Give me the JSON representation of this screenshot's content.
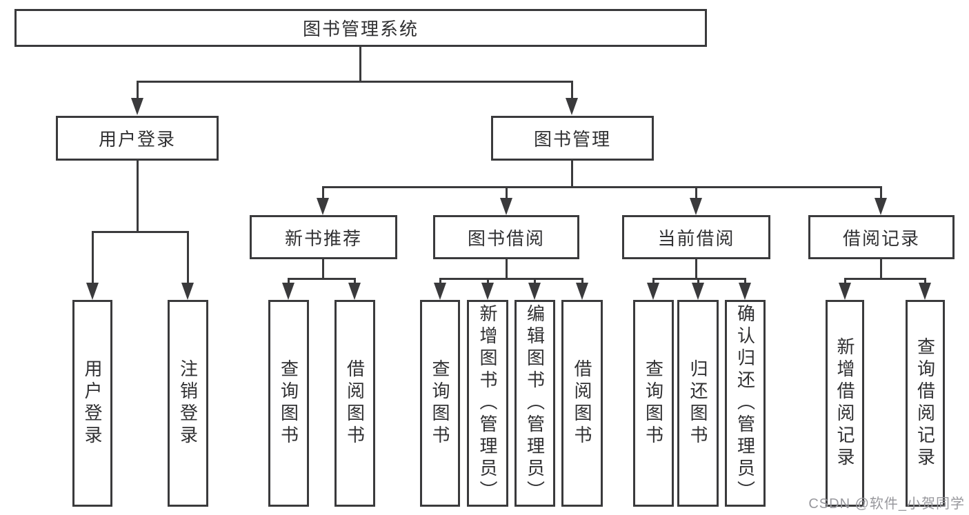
{
  "tree": {
    "root": {
      "label": "图书管理系统",
      "children": [
        {
          "label": "用户登录",
          "children": [
            {
              "label": "用户登录"
            },
            {
              "label": "注销登录"
            }
          ]
        },
        {
          "label": "图书管理",
          "children": [
            {
              "label": "新书推荐",
              "children": [
                {
                  "label": "查询图书"
                },
                {
                  "label": "借阅图书"
                }
              ]
            },
            {
              "label": "图书借阅",
              "children": [
                {
                  "label": "查询图书"
                },
                {
                  "label": "新增图书（管理员）"
                },
                {
                  "label": "编辑图书（管理员）"
                },
                {
                  "label": "借阅图书"
                }
              ]
            },
            {
              "label": "当前借阅",
              "children": [
                {
                  "label": "查询图书"
                },
                {
                  "label": "归还图书"
                },
                {
                  "label": "确认归还（管理员）"
                }
              ]
            },
            {
              "label": "借阅记录",
              "children": [
                {
                  "label": "新增借阅记录"
                },
                {
                  "label": "查询借阅记录"
                }
              ]
            }
          ]
        }
      ]
    }
  },
  "watermark": {
    "text": "CSDN @软件_小贺同学"
  },
  "colors": {
    "line": "#3a3a3c",
    "text": "#303032",
    "background": "#ffffff",
    "watermark": "#98989d"
  }
}
